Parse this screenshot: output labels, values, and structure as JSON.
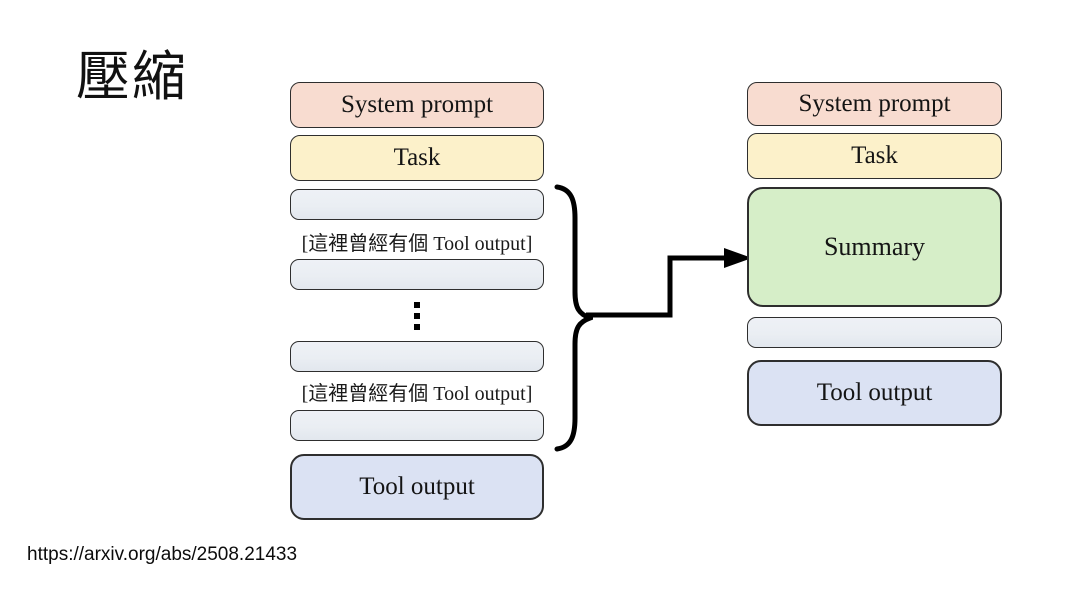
{
  "title": "壓縮",
  "left_stack": {
    "system_prompt": "System prompt",
    "task": "Task",
    "removed_note": "[這裡曾經有個 Tool output]",
    "tool_output": "Tool output",
    "placeholder_count": 4,
    "ellipsis_icon": "vertical-ellipsis"
  },
  "right_stack": {
    "system_prompt": "System prompt",
    "task": "Task",
    "summary": "Summary",
    "tool_output": "Tool output"
  },
  "connectors": {
    "brace_icon": "right-curly-brace",
    "arrow_icon": "right-arrow"
  },
  "footer": {
    "url": "https://arxiv.org/abs/2508.21433"
  },
  "colors": {
    "system_prompt_fill": "#f8dcd0",
    "task_fill": "#fcf1ca",
    "placeholder_fill": "#eaeef3",
    "summary_fill": "#d6eec8",
    "tool_output_fill": "#dbe2f3",
    "border": "#2e2e2e",
    "arrow": "#000000"
  }
}
